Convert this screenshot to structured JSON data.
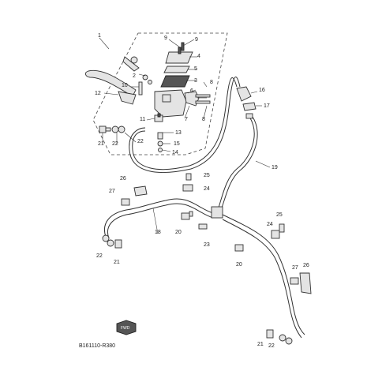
{
  "diagram": {
    "code": "B161110-R380",
    "fwd_label": "FWD"
  },
  "callouts": [
    {
      "id": "c1",
      "text": "1"
    },
    {
      "id": "c2",
      "text": "2"
    },
    {
      "id": "c3",
      "text": "3"
    },
    {
      "id": "c4",
      "text": "4"
    },
    {
      "id": "c5",
      "text": "5"
    },
    {
      "id": "c6",
      "text": "6"
    },
    {
      "id": "c7",
      "text": "7"
    },
    {
      "id": "c8a",
      "text": "8"
    },
    {
      "id": "c8b",
      "text": "8"
    },
    {
      "id": "c9a",
      "text": "9"
    },
    {
      "id": "c9b",
      "text": "9"
    },
    {
      "id": "c10",
      "text": "10"
    },
    {
      "id": "c11",
      "text": "11"
    },
    {
      "id": "c12",
      "text": "12"
    },
    {
      "id": "c13",
      "text": "13"
    },
    {
      "id": "c14",
      "text": "14"
    },
    {
      "id": "c15",
      "text": "15"
    },
    {
      "id": "c16",
      "text": "16"
    },
    {
      "id": "c17",
      "text": "17"
    },
    {
      "id": "c18",
      "text": "18"
    },
    {
      "id": "c19",
      "text": "19"
    },
    {
      "id": "c20a",
      "text": "20"
    },
    {
      "id": "c20b",
      "text": "20"
    },
    {
      "id": "c21a",
      "text": "21"
    },
    {
      "id": "c21b",
      "text": "21"
    },
    {
      "id": "c21c",
      "text": "21"
    },
    {
      "id": "c22a",
      "text": "22"
    },
    {
      "id": "c22b",
      "text": "22"
    },
    {
      "id": "c22c",
      "text": "22"
    },
    {
      "id": "c22d",
      "text": "22"
    },
    {
      "id": "c23",
      "text": "23"
    },
    {
      "id": "c24a",
      "text": "24"
    },
    {
      "id": "c24b",
      "text": "24"
    },
    {
      "id": "c25a",
      "text": "25"
    },
    {
      "id": "c25b",
      "text": "25"
    },
    {
      "id": "c26a",
      "text": "26"
    },
    {
      "id": "c26b",
      "text": "26"
    },
    {
      "id": "c27a",
      "text": "27"
    },
    {
      "id": "c27b",
      "text": "27"
    }
  ]
}
